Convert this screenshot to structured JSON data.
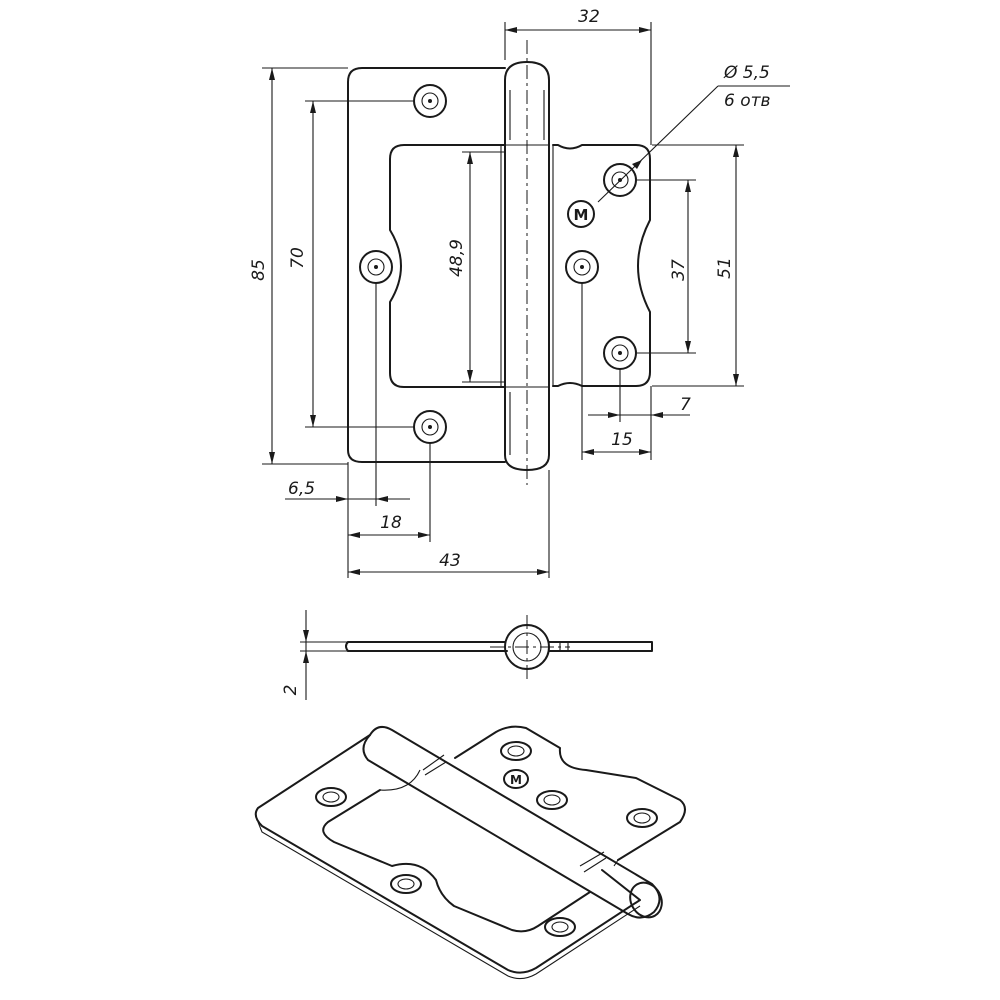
{
  "drawing": {
    "subject": "butterfly hinge",
    "dimensions": {
      "top_width": "32",
      "hole_diameter": "Ø 5,5",
      "hole_count": "6 отв",
      "overall_height": "85",
      "outer_hole_spacing": "70",
      "cutout_height": "48,9",
      "inner_hole_spacing": "37",
      "leaf_height": "51",
      "hole_offset_small": "7",
      "hole_offset_right": "15",
      "hole_offset_left": "6,5",
      "hole_offset_18": "18",
      "overall_width": "43",
      "thickness": "2"
    },
    "logo": "M"
  }
}
